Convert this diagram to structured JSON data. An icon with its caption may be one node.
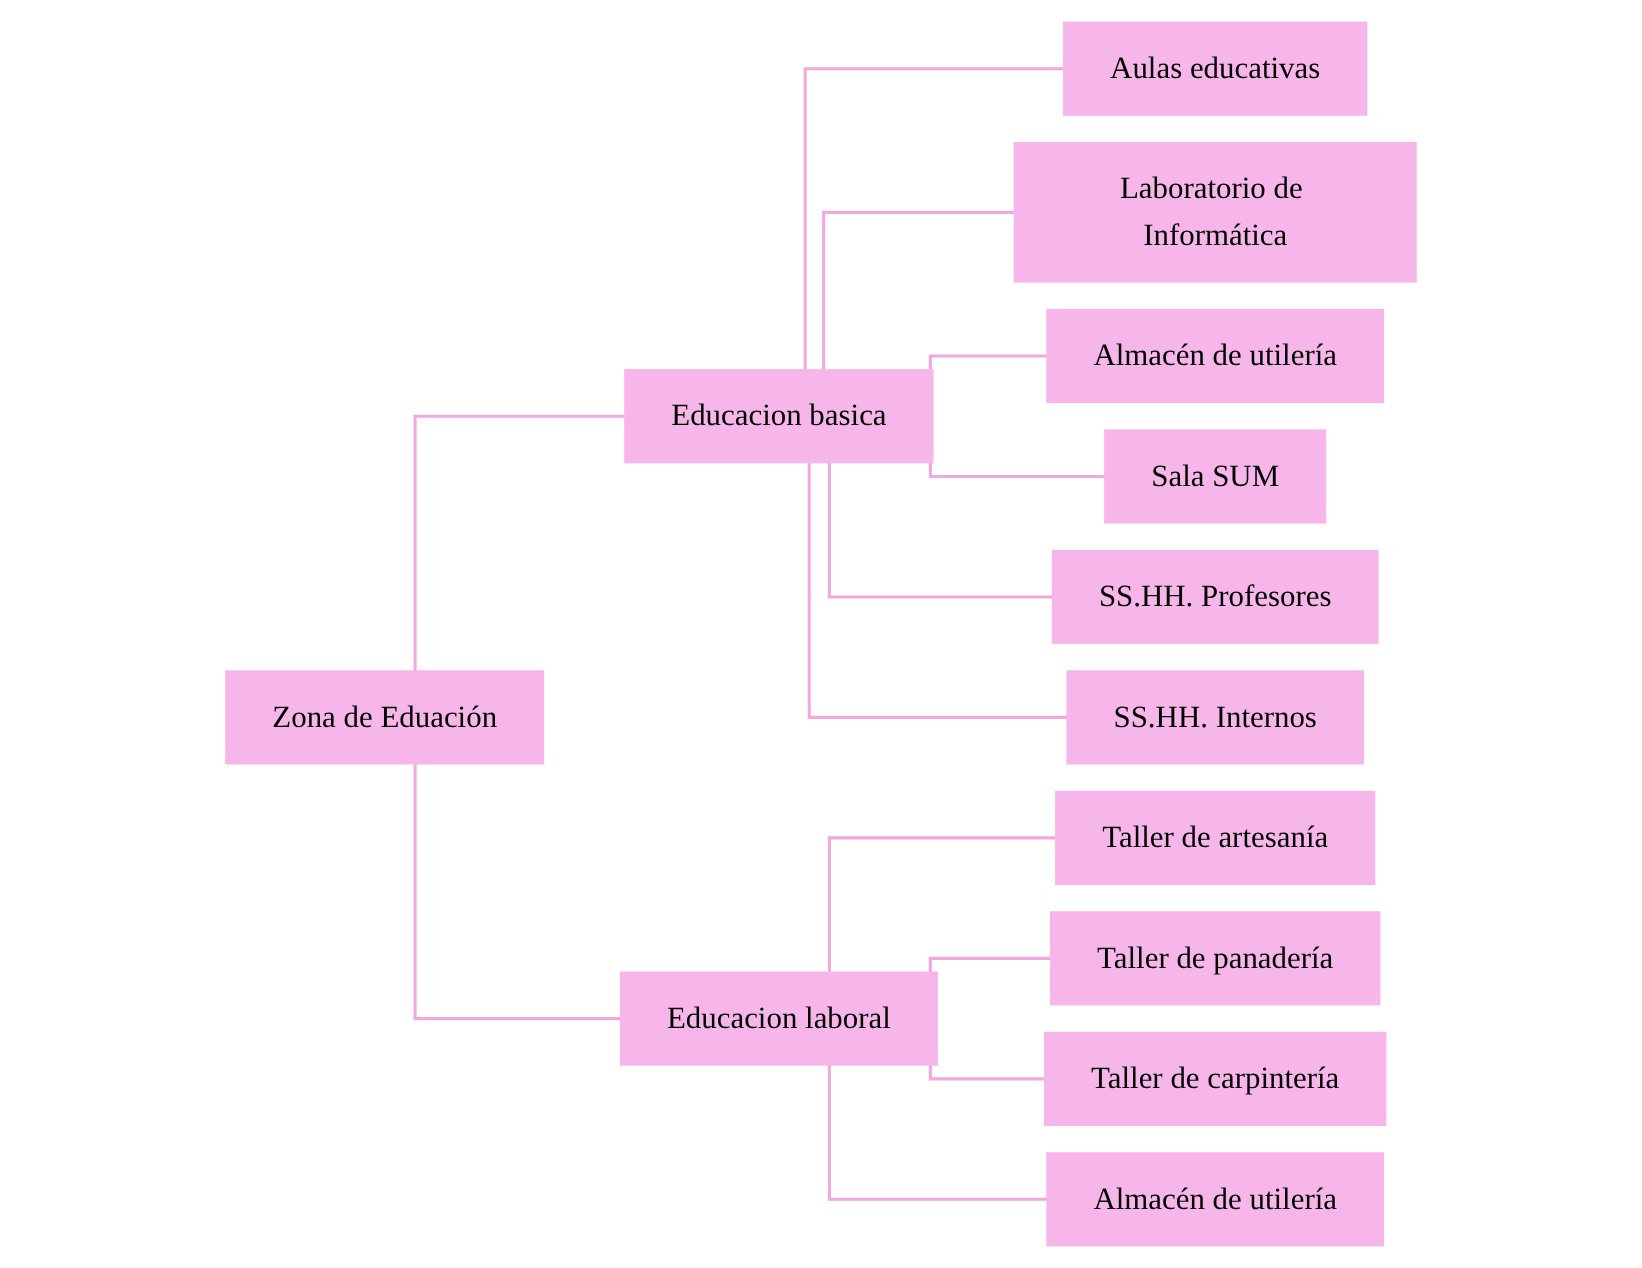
{
  "diagram": {
    "nodes": [
      {
        "text": [
          "Zona de Eduación"
        ]
      },
      {
        "text": [
          "Educacion basica"
        ]
      },
      {
        "text": [
          "Educacion laboral"
        ]
      },
      {
        "text": [
          "Aulas educativas"
        ]
      },
      {
        "text": [
          "Laboratorio de Informática"
        ]
      },
      {
        "text": [
          "Almacén de utilería"
        ]
      },
      {
        "text": [
          "Sala SUM"
        ]
      },
      {
        "text": [
          "SS.HH. Profesores"
        ]
      },
      {
        "text": [
          "SS.HH. Internos"
        ]
      },
      {
        "text": [
          "Taller de artesanía"
        ]
      },
      {
        "text": [
          "Taller de panadería"
        ]
      },
      {
        "text": [
          "Taller de carpintería"
        ]
      },
      {
        "text": [
          "Almacén de utilería"
        ]
      }
    ],
    "edges": [
      {
        "from": 0,
        "to": 1,
        "arrow": "none"
      },
      {
        "from": 0,
        "to": 2,
        "arrow": "none"
      },
      {
        "from": 1,
        "to": 3,
        "arrow": "none"
      },
      {
        "from": 1,
        "to": 4,
        "arrow": "none"
      },
      {
        "from": 1,
        "to": 5,
        "arrow": "none"
      },
      {
        "from": 1,
        "to": 6,
        "arrow": "none"
      },
      {
        "from": 1,
        "to": 7,
        "arrow": "none"
      },
      {
        "from": 1,
        "to": 8,
        "arrow": "none"
      },
      {
        "from": 2,
        "to": 9,
        "arrow": "none"
      },
      {
        "from": 2,
        "to": 10,
        "arrow": "none"
      },
      {
        "from": 2,
        "to": 11,
        "arrow": "none"
      },
      {
        "from": 2,
        "to": 12,
        "arrow": "none"
      }
    ]
  }
}
